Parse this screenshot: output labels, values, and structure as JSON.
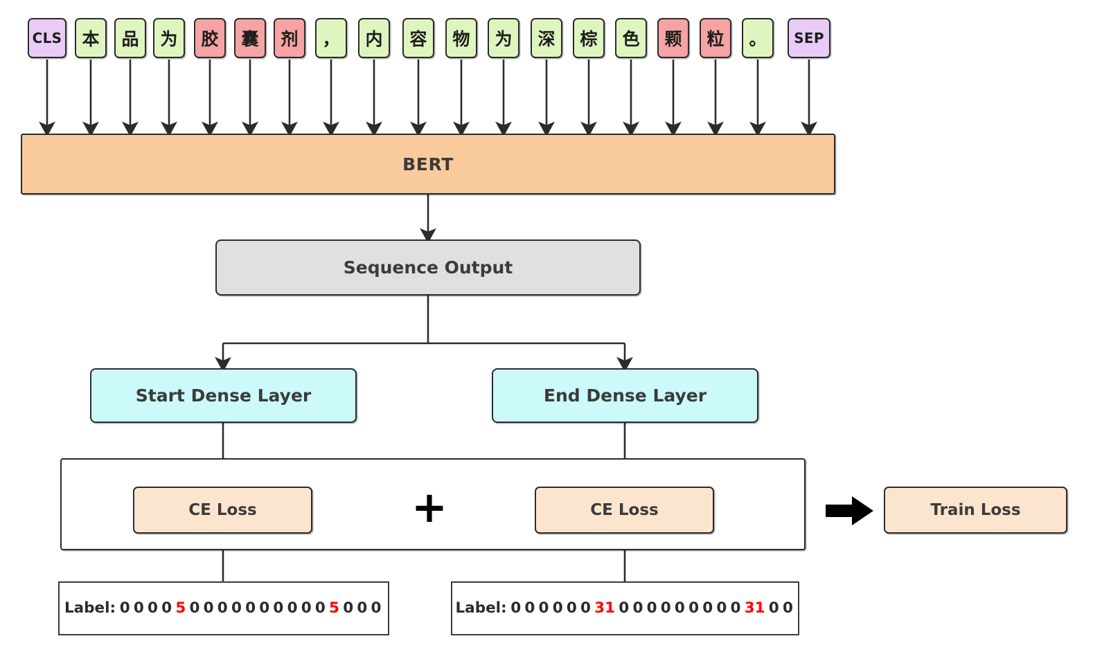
{
  "diagram": {
    "title": "BERT span extraction training diagram",
    "colors": {
      "special_token": "#E8CCF7",
      "normal_token": "#DFF5C0",
      "entity_token": "#F5A3A3",
      "bert": "#F9CB9C",
      "sequence_output": "#E0E0E0",
      "dense_layer": "#CCF9FA",
      "ce_loss": "#FCE5CE",
      "train_loss": "#FCE5CE",
      "highlight": "#FF0000",
      "stroke": "#2B2B2B"
    }
  },
  "tokens": [
    {
      "text": "CLS",
      "type": "special"
    },
    {
      "text": "本",
      "type": "normal"
    },
    {
      "text": "品",
      "type": "normal"
    },
    {
      "text": "为",
      "type": "normal"
    },
    {
      "text": "胶",
      "type": "entity"
    },
    {
      "text": "囊",
      "type": "entity"
    },
    {
      "text": "剂",
      "type": "entity"
    },
    {
      "text": "，",
      "type": "normal"
    },
    {
      "text": "内",
      "type": "normal"
    },
    {
      "text": "容",
      "type": "normal"
    },
    {
      "text": "物",
      "type": "normal"
    },
    {
      "text": "为",
      "type": "normal"
    },
    {
      "text": "深",
      "type": "normal"
    },
    {
      "text": "棕",
      "type": "normal"
    },
    {
      "text": "色",
      "type": "normal"
    },
    {
      "text": "颗",
      "type": "entity"
    },
    {
      "text": "粒",
      "type": "entity"
    },
    {
      "text": "。",
      "type": "normal"
    },
    {
      "text": "SEP",
      "type": "special"
    }
  ],
  "nodes": {
    "bert": "BERT",
    "sequence_output": "Sequence Output",
    "start_dense": "Start Dense Layer",
    "end_dense": "End Dense Layer",
    "start_ce_loss": "CE Loss",
    "end_ce_loss": "CE Loss",
    "train_loss": "Train Loss",
    "plus": "+"
  },
  "labels": {
    "start": {
      "prefix": "Label:",
      "values": [
        "0",
        "0",
        "0",
        "0",
        "5",
        "0",
        "0",
        "0",
        "0",
        "0",
        "0",
        "0",
        "0",
        "0",
        "0",
        "5",
        "0",
        "0",
        "0"
      ],
      "highlight_value": "5"
    },
    "end": {
      "prefix": "Label:",
      "values": [
        "0",
        "0",
        "0",
        "0",
        "0",
        "0",
        "31",
        "0",
        "0",
        "0",
        "0",
        "0",
        "0",
        "0",
        "0",
        "0",
        "31",
        "0",
        "0"
      ],
      "highlight_value": "31"
    }
  }
}
